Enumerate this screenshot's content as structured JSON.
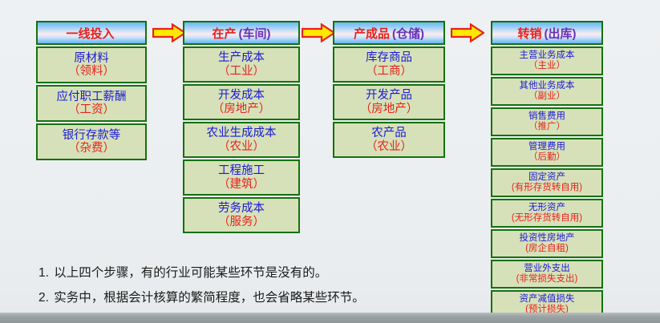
{
  "colors": {
    "background": "#eceff1",
    "box_border": "#14710f",
    "box_fill": "#d7e1b9",
    "primary_text": "#1a1ad6",
    "secondary_text": "#e8211c",
    "header_sub_text": "#6b2fb5",
    "arrow_fill": "#ffe800",
    "arrow_border": "#e8211c",
    "bottom_band": "#9aa2a4"
  },
  "columns": [
    {
      "id": "col1",
      "header_main": "一线投入",
      "header_sub": "",
      "items": [
        {
          "main": "原材料",
          "sub": "（领料）"
        },
        {
          "main": "应付职工薪酬",
          "sub": "（工资）"
        },
        {
          "main": "银行存款等",
          "sub": "（杂费）"
        }
      ]
    },
    {
      "id": "col2",
      "header_main": "在产",
      "header_sub": "(车间)",
      "items": [
        {
          "main": "生产成本",
          "sub": "（工业）"
        },
        {
          "main": "开发成本",
          "sub": "（房地产）"
        },
        {
          "main": "农业生成成本",
          "sub": "（农业）"
        },
        {
          "main": "工程施工",
          "sub": "（建筑）"
        },
        {
          "main": "劳务成本",
          "sub": "（服务）"
        }
      ]
    },
    {
      "id": "col3",
      "header_main": "产成品",
      "header_sub": "(仓储)",
      "items": [
        {
          "main": "库存商品",
          "sub": "（工商）"
        },
        {
          "main": "开发产品",
          "sub": "（房地产）"
        },
        {
          "main": "农产品",
          "sub": "（农业）"
        }
      ]
    },
    {
      "id": "col4",
      "header_main": "转销",
      "header_sub": "(出库)",
      "items": [
        {
          "main": "主营业务成本",
          "sub": "（主业）"
        },
        {
          "main": "其他业务成本",
          "sub": "（副业）"
        },
        {
          "main": "销售费用",
          "sub": "（推广）"
        },
        {
          "main": "管理费用",
          "sub": "（后勤）"
        },
        {
          "main": "固定资产",
          "sub": "(有形存货转自用)"
        },
        {
          "main": "无形资产",
          "sub": "(无形存货转自用)"
        },
        {
          "main": "投资性房地产",
          "sub": "(房企自租)"
        },
        {
          "main": "营业外支出",
          "sub": "(非常损失支出)"
        },
        {
          "main": "资产减值损失",
          "sub": "(预计损失)"
        }
      ]
    }
  ],
  "arrows": [
    {
      "name": "arrow-col1-to-col2"
    },
    {
      "name": "arrow-col2-to-col3"
    },
    {
      "name": "arrow-col3-to-col4"
    }
  ],
  "notes": [
    {
      "num": "1.",
      "text": "以上四个步骤，有的行业可能某些环节是没有的。"
    },
    {
      "num": "2.",
      "text": "实务中，根据会计核算的繁简程度，也会省略某些环节。"
    }
  ]
}
